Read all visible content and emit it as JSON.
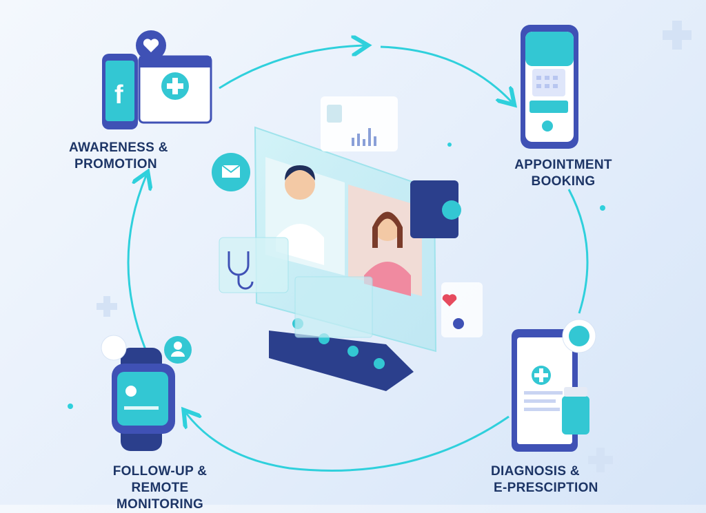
{
  "stages": [
    {
      "id": "awareness",
      "label_line1": "AWARENESS &",
      "label_line2": "PROMOTION"
    },
    {
      "id": "booking",
      "label_line1": "APPOINTMENT",
      "label_line2": "BOOKING"
    },
    {
      "id": "diagnosis",
      "label_line1": "DIAGNOSIS &",
      "label_line2": "E-PRESCIPTION"
    },
    {
      "id": "followup",
      "label_line1": "FOLLOW-UP & REMOTE",
      "label_line2": "MONITORING"
    }
  ],
  "colors": {
    "accent": "#2fd0dc",
    "navy": "#1d3566",
    "device": "#3f51b5",
    "screen_teal": "#33c7d3"
  },
  "icons": [
    "facebook-icon",
    "heart-icon",
    "medical-cross-icon",
    "calendar-icon",
    "stethoscope-icon",
    "mail-icon",
    "heartbeat-icon",
    "pill-icon",
    "smartwatch-icon",
    "user-icon",
    "doctor-avatar",
    "patient-avatar"
  ]
}
